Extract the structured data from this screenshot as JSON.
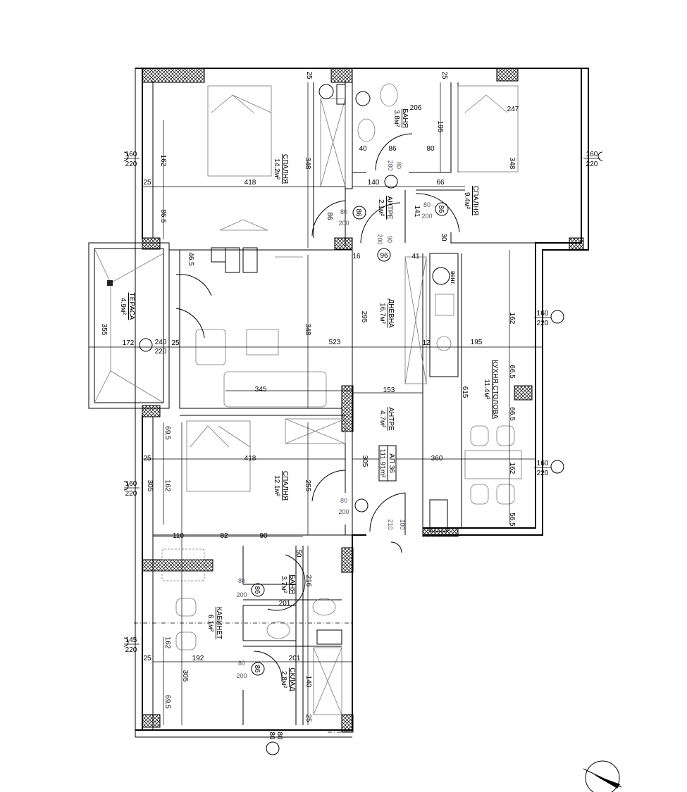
{
  "rooms": [
    {
      "name": "СПАЛНЯ",
      "area": "14.2м²"
    },
    {
      "name": "БАНЯ",
      "area": "3.8м²"
    },
    {
      "name": "СПАЛНЯ",
      "area": "9.4м²"
    },
    {
      "name": "АНТРЕ",
      "area": "2.1м²"
    },
    {
      "name": "ТЕРАСА",
      "area": "4.9м²"
    },
    {
      "name": "ДНЕВНА",
      "area": "16.7м²"
    },
    {
      "name": "КУХНЯ,СТОЛОВА",
      "area": "11.4м²"
    },
    {
      "name": "АНТРЕ",
      "area": "4.7м²"
    },
    {
      "name": "СПАЛНЯ",
      "area": "12.1м²"
    },
    {
      "name": "БАНЯ",
      "area": "3.7м²"
    },
    {
      "name": "КАБИНЕТ",
      "area": "6.1м²"
    },
    {
      "name": "СКЛАД",
      "area": "2.8м²"
    }
  ],
  "apartment": {
    "id": "АП 36",
    "area": "111.91m²"
  },
  "dims": [
    "25",
    "25",
    "206",
    "195",
    "247",
    "162",
    "348",
    "348",
    "40",
    "86",
    "80",
    "140",
    "66",
    "418",
    "25",
    "86.5",
    "86",
    "141",
    "30",
    "16",
    "41",
    "46.5",
    "295",
    "348",
    "172",
    "523",
    "12",
    "195",
    "25",
    "355",
    "162",
    "345",
    "153",
    "615",
    "66.5",
    "66.5",
    "69.5",
    "418",
    "305",
    "360",
    "25",
    "162",
    "305",
    "255",
    "162",
    "56.5",
    "110",
    "82",
    "90",
    "50",
    "216",
    "201",
    "162",
    "192",
    "201",
    "140",
    "305",
    "69.5",
    "25",
    "25"
  ],
  "windows": [
    {
      "w": "160",
      "h": "220"
    },
    {
      "w": "160",
      "h": "220"
    },
    {
      "w": "160",
      "h": "220"
    },
    {
      "w": "240",
      "h": "220"
    },
    {
      "w": "160",
      "h": "220"
    },
    {
      "w": "160",
      "h": "220"
    },
    {
      "w": "145",
      "h": "220"
    },
    {
      "w": "80",
      "h": "80"
    }
  ],
  "doors": [
    {
      "w": "80",
      "h": "200"
    },
    {
      "w": "80",
      "h": "200"
    },
    {
      "w": "80",
      "h": "200"
    },
    {
      "w": "90",
      "h": "200"
    },
    {
      "w": "80",
      "h": "200"
    },
    {
      "w": "100",
      "h": "210"
    },
    {
      "w": "80",
      "h": "200"
    },
    {
      "w": "80",
      "h": "200"
    }
  ],
  "door_marks": [
    "96",
    "86",
    "86",
    "86",
    "86"
  ],
  "kitchen_label": "вент."
}
